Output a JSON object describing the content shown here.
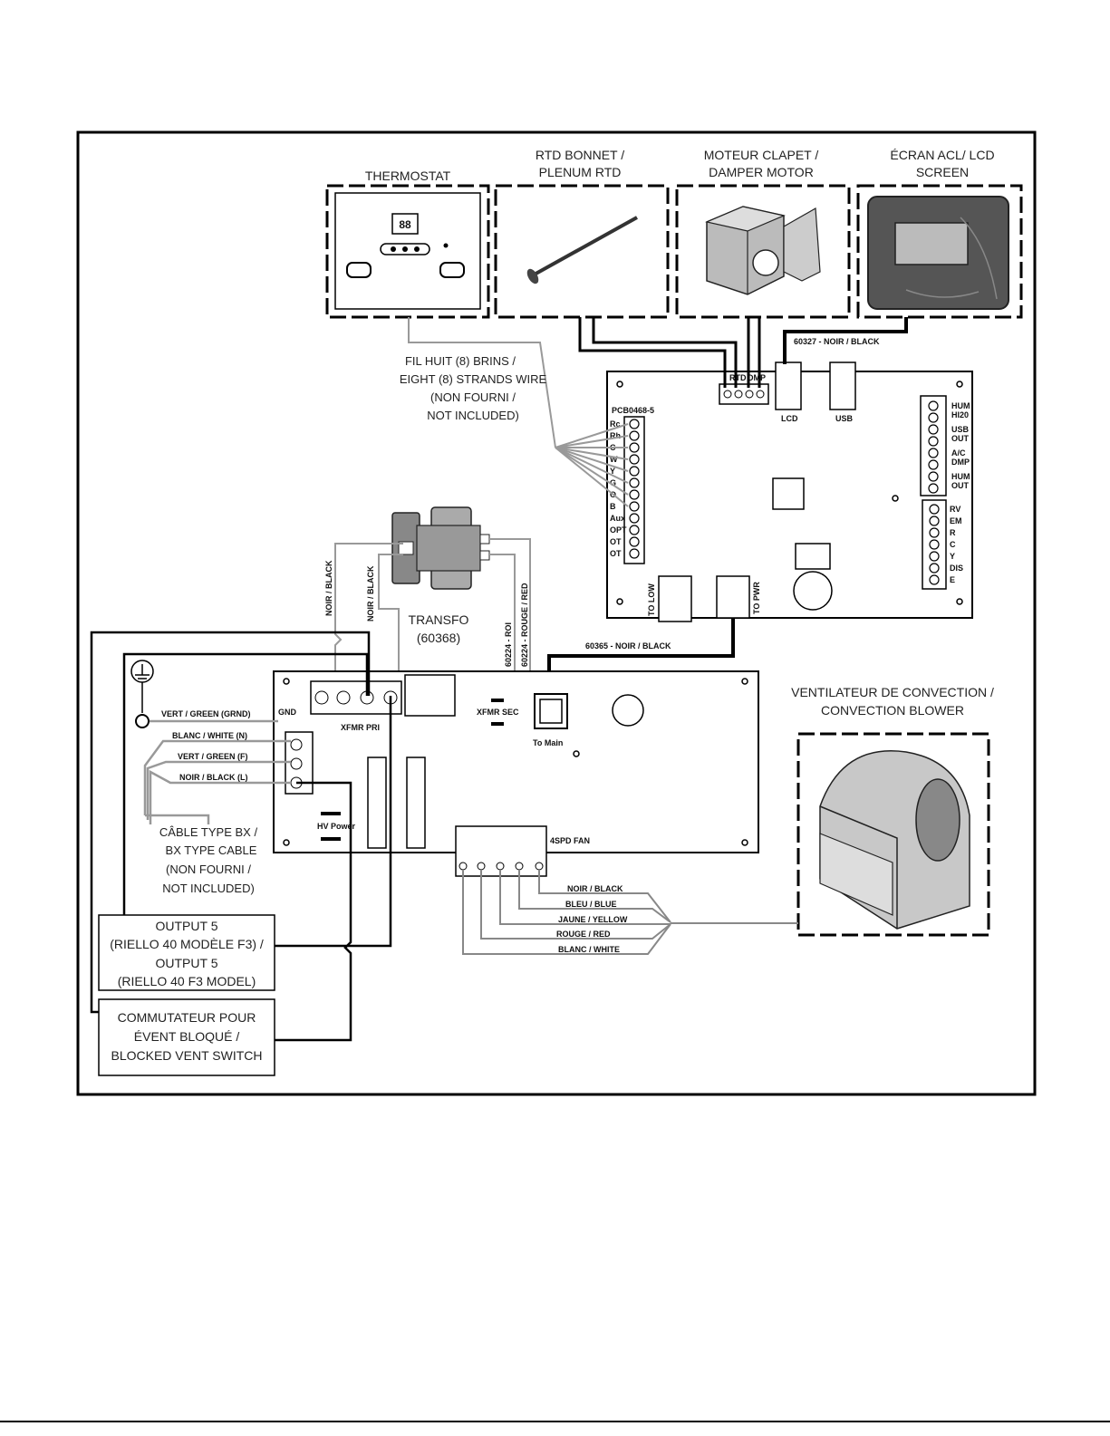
{
  "components": {
    "thermostat": {
      "title": "THERMOSTAT",
      "display": "88"
    },
    "rtd": {
      "title_line1": "RTD BONNET /",
      "title_line2": "PLENUM RTD"
    },
    "damper": {
      "title_line1": "MOTEUR CLAPET /",
      "title_line2": "DAMPER MOTOR"
    },
    "lcd": {
      "title_line1": "ÉCRAN ACL/ LCD",
      "title_line2": "SCREEN"
    },
    "blower": {
      "title_line1": "VENTILATEUR DE CONVECTION /",
      "title_line2": "CONVECTION BLOWER"
    },
    "transformer": {
      "title_line1": "TRANSFO",
      "title_line2": "(60368)"
    },
    "output5": {
      "line1": "OUTPUT 5",
      "line2": "(RIELLO 40 MODÈLE F3) /",
      "line3": "OUTPUT 5",
      "line4": "(RIELLO 40 F3 MODEL)"
    },
    "vent_switch": {
      "line1": "COMMUTATEUR POUR",
      "line2": "ÉVENT BLOQUÉ /",
      "line3": "BLOCKED VENT SWITCH"
    }
  },
  "notes": {
    "eight_wire": [
      "FIL HUIT (8) BRINS /",
      "EIGHT (8) STRANDS WIRE",
      "(NON FOURNI /",
      "NOT INCLUDED)"
    ],
    "bx_cable": [
      "CÂBLE TYPE BX /",
      "BX TYPE CABLE",
      "(NON FOURNI /",
      "NOT INCLUDED)"
    ]
  },
  "wires": {
    "lcd_cable": "60327 - NOIR / BLACK",
    "main_cable": "60365 - NOIR / BLACK",
    "xfmr_black1": "NOIR / BLACK",
    "xfmr_black2": "NOIR / BLACK",
    "xfmr_red1": "60224 - ROI",
    "xfmr_red2": "60224 - ROUGE / RED",
    "supply": [
      "VERT / GREEN (GRND)",
      "BLANC / WHITE (N)",
      "VERT / GREEN (F)",
      "NOIR / BLACK (L)"
    ],
    "blower": [
      "NOIR / BLACK",
      "BLEU / BLUE",
      "JAUNE / YELLOW",
      "ROUGE / RED",
      "BLANC / WHITE"
    ]
  },
  "main_board": {
    "part": "PCB0468-5",
    "terminals": [
      "Rc",
      "Rh",
      "C",
      "W",
      "Y",
      "G",
      "O",
      "B",
      "Aux",
      "OPT",
      "OT",
      "OT"
    ],
    "damper_conn": "DMP",
    "rtd_conn": "RTD",
    "lcd_conn": "LCD",
    "usb_conn": "USB",
    "to_low": "TO LOW",
    "to_pwr": "TO PWR",
    "right_upper": [
      "HUM",
      "HI20",
      "USB",
      "OUT",
      "A/C",
      "DMP",
      "HUM",
      "OUT"
    ],
    "right_lower": [
      "RV",
      "EM",
      "R",
      "C",
      "Y",
      "DIS",
      "E"
    ]
  },
  "power_board": {
    "gnd": "GND",
    "xfmr_pri": "XFMR PRI",
    "xfmr_sec": "XFMR SEC",
    "to_main": "To Main",
    "hv_power": "HV Power",
    "fan": "4SPD FAN"
  }
}
